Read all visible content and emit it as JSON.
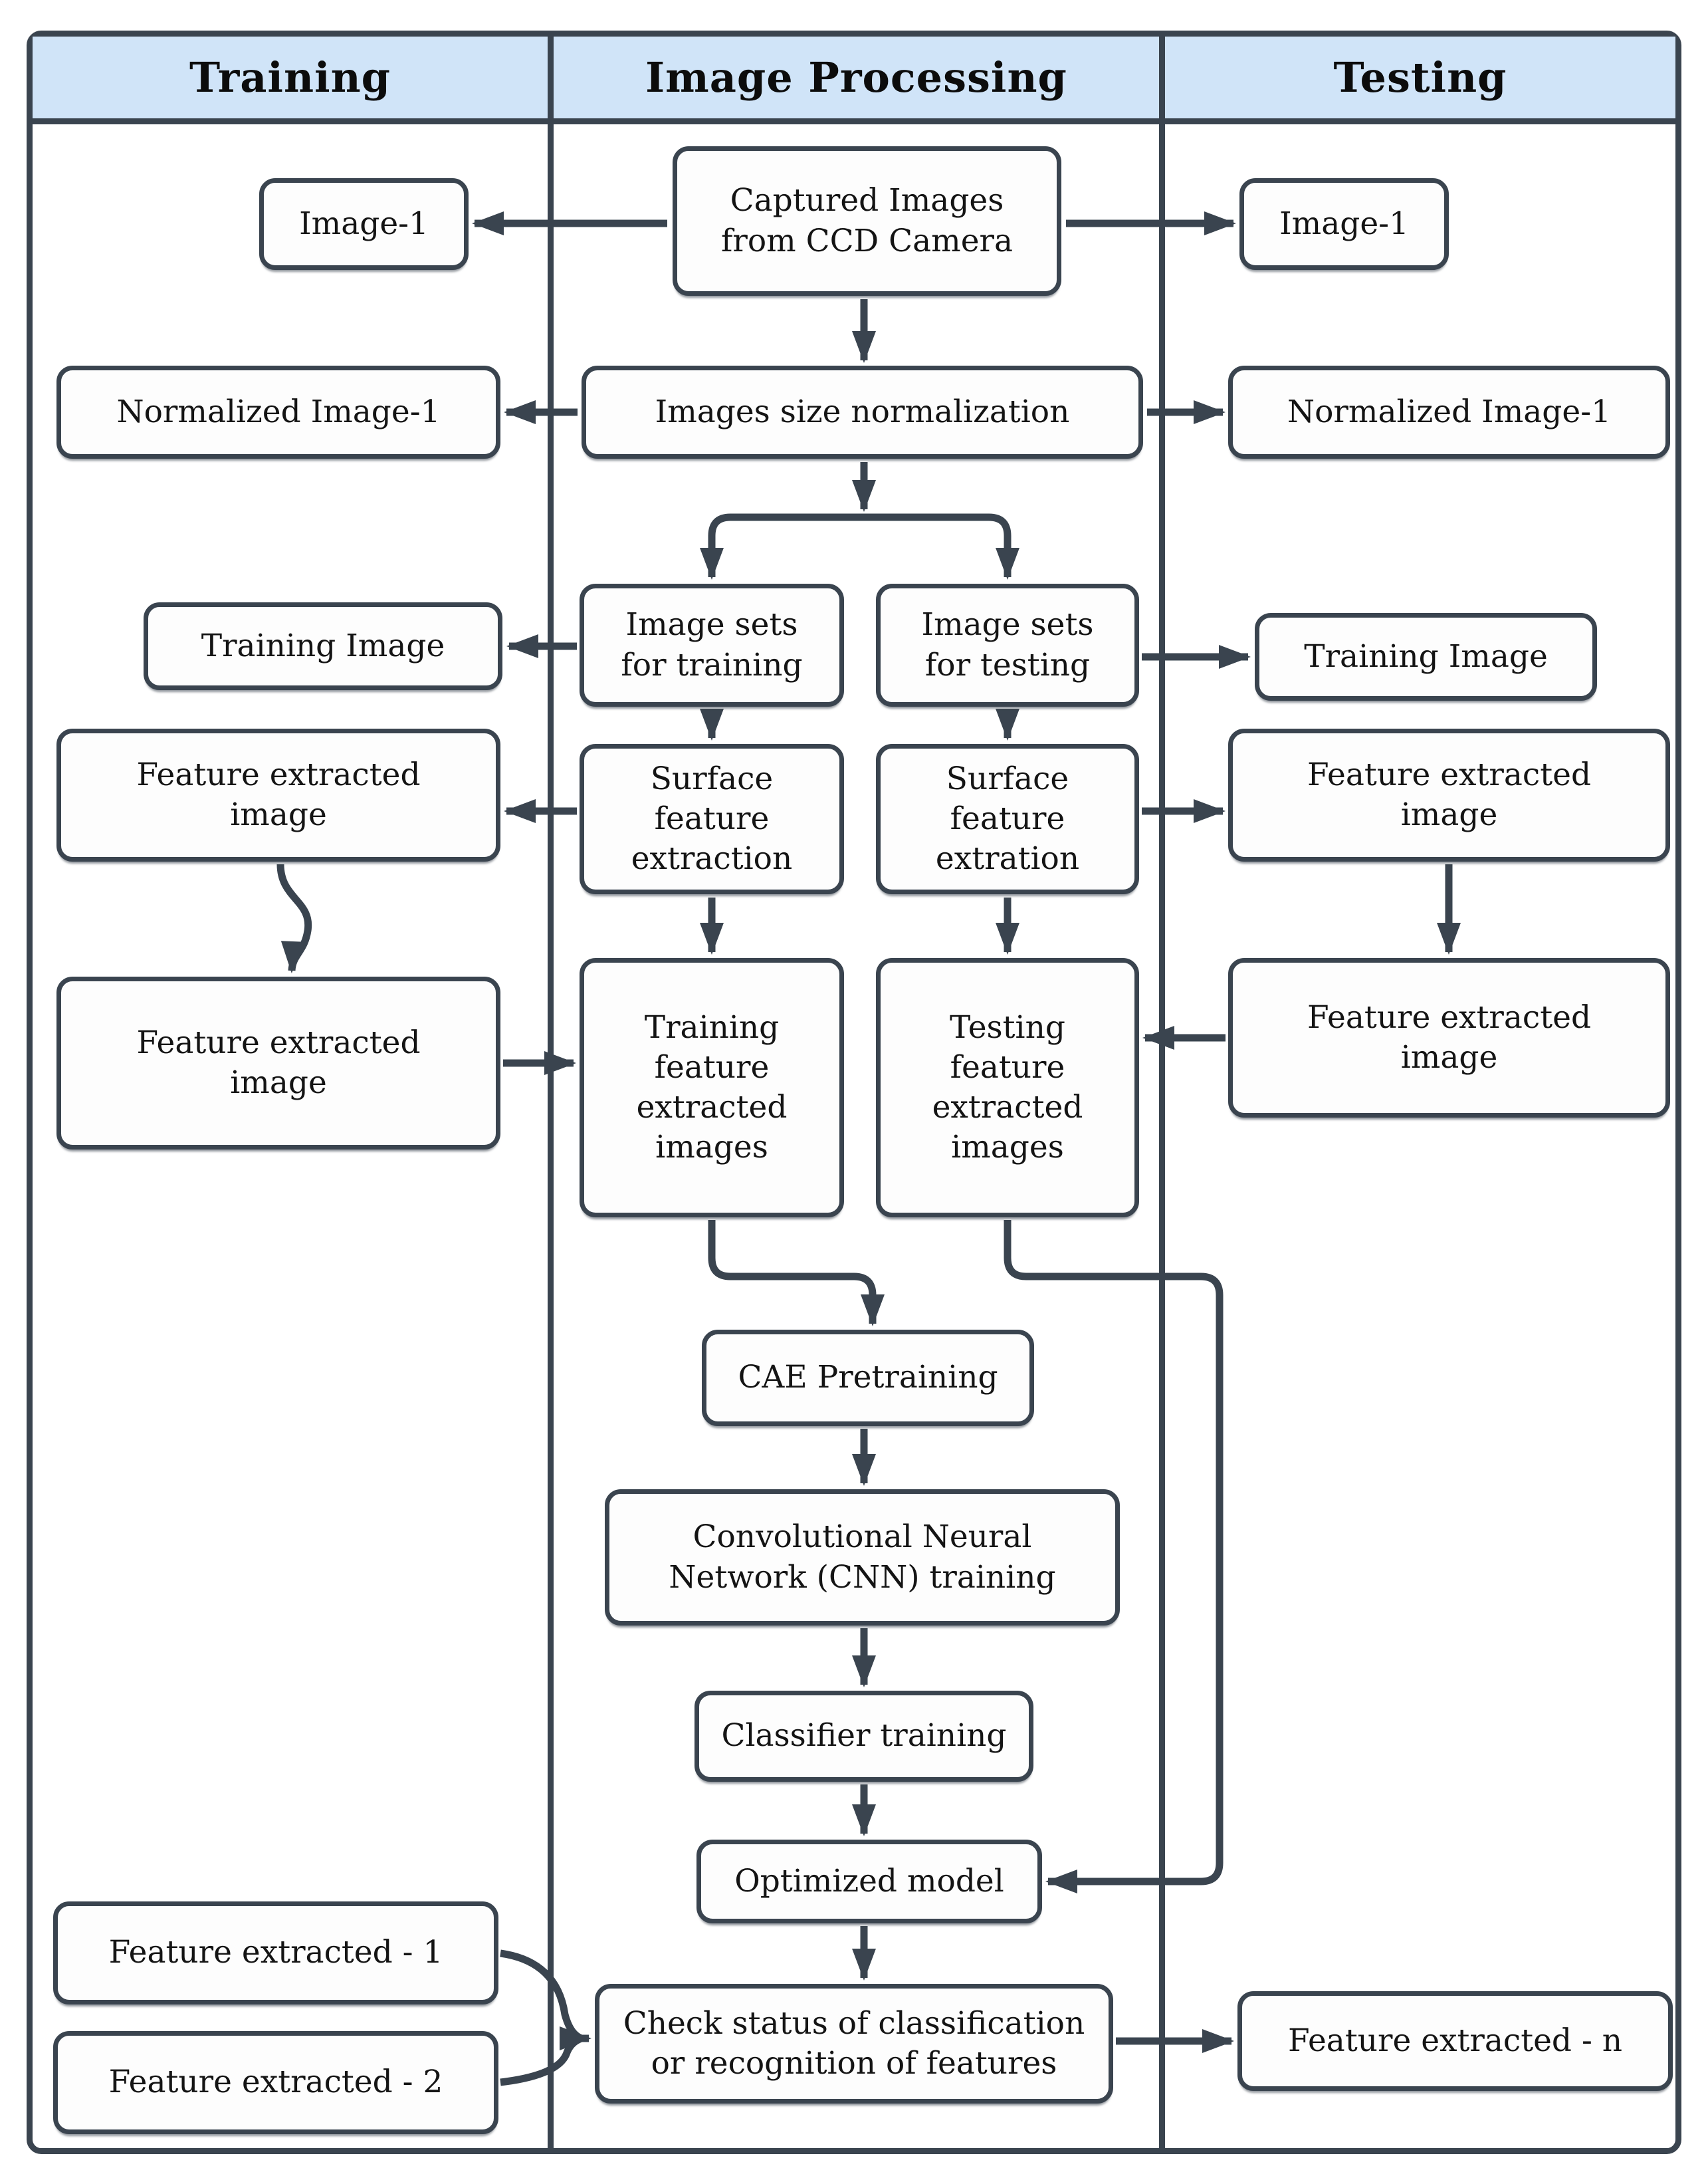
{
  "colors": {
    "line": "#3a444f",
    "header_bg": "#d0e4f8",
    "box_bg": "#fdfdfd",
    "text": "#141414"
  },
  "columns": [
    {
      "id": "training",
      "label": "Training"
    },
    {
      "id": "image_processing",
      "label": "Image Processing"
    },
    {
      "id": "testing",
      "label": "Testing"
    }
  ],
  "nodes": {
    "img1_l": {
      "label": "Image-1",
      "column": "training"
    },
    "captured": {
      "label": "Captured Images\nfrom CCD Camera",
      "column": "image_processing"
    },
    "img1_r": {
      "label": "Image-1",
      "column": "testing"
    },
    "norm_l": {
      "label": "Normalized Image-1",
      "column": "training"
    },
    "normalize": {
      "label": "Images size normalization",
      "column": "image_processing"
    },
    "norm_r": {
      "label": "Normalized Image-1",
      "column": "testing"
    },
    "trainimg_l": {
      "label": "Training Image",
      "column": "training"
    },
    "sets_train": {
      "label": "Image sets\nfor training",
      "column": "image_processing"
    },
    "sets_test": {
      "label": "Image sets\nfor testing",
      "column": "image_processing"
    },
    "trainimg_r": {
      "label": "Training Image",
      "column": "testing"
    },
    "featext_l1": {
      "label": "Feature extracted\nimage",
      "column": "training"
    },
    "surf_train": {
      "label": "Surface\nfeature\nextraction",
      "column": "image_processing"
    },
    "surf_test": {
      "label": "Surface\nfeature\nextration",
      "column": "image_processing"
    },
    "featext_r1": {
      "label": "Feature extracted\nimage",
      "column": "testing"
    },
    "featext_l2": {
      "label": "Feature extracted\nimage",
      "column": "training"
    },
    "feat_train": {
      "label": "Training\nfeature\nextracted\nimages",
      "column": "image_processing"
    },
    "feat_test": {
      "label": "Testing\nfeature\nextracted\nimages",
      "column": "image_processing"
    },
    "featext_r2": {
      "label": "Feature extracted\nimage",
      "column": "testing"
    },
    "cae": {
      "label": "CAE Pretraining",
      "column": "image_processing"
    },
    "cnn": {
      "label": "Convolutional Neural\nNetwork (CNN) training",
      "column": "image_processing"
    },
    "classifier": {
      "label": "Classifier training",
      "column": "image_processing"
    },
    "optimized": {
      "label": "Optimized model",
      "column": "image_processing"
    },
    "check": {
      "label": "Check status of classification\nor recognition of features",
      "column": "image_processing"
    },
    "featn1": {
      "label": "Feature extracted - 1",
      "column": "training"
    },
    "featn2": {
      "label": "Feature extracted - 2",
      "column": "training"
    },
    "featn_r": {
      "label": "Feature extracted - n",
      "column": "testing"
    }
  },
  "edges": [
    {
      "from": "captured",
      "to": "img1_l"
    },
    {
      "from": "captured",
      "to": "img1_r"
    },
    {
      "from": "captured",
      "to": "normalize"
    },
    {
      "from": "normalize",
      "to": "norm_l"
    },
    {
      "from": "normalize",
      "to": "norm_r"
    },
    {
      "from": "normalize",
      "to": "sets_train"
    },
    {
      "from": "normalize",
      "to": "sets_test"
    },
    {
      "from": "sets_train",
      "to": "trainimg_l"
    },
    {
      "from": "sets_test",
      "to": "trainimg_r"
    },
    {
      "from": "sets_train",
      "to": "surf_train"
    },
    {
      "from": "sets_test",
      "to": "surf_test"
    },
    {
      "from": "surf_train",
      "to": "featext_l1"
    },
    {
      "from": "surf_test",
      "to": "featext_r1"
    },
    {
      "from": "surf_train",
      "to": "feat_train"
    },
    {
      "from": "surf_test",
      "to": "feat_test"
    },
    {
      "from": "featext_l1",
      "to": "featext_l2"
    },
    {
      "from": "featext_l2",
      "to": "feat_train"
    },
    {
      "from": "featext_r1",
      "to": "featext_r2"
    },
    {
      "from": "featext_r2",
      "to": "feat_test"
    },
    {
      "from": "feat_train",
      "to": "cae"
    },
    {
      "from": "feat_test",
      "to": "optimized"
    },
    {
      "from": "cae",
      "to": "cnn"
    },
    {
      "from": "cnn",
      "to": "classifier"
    },
    {
      "from": "classifier",
      "to": "optimized"
    },
    {
      "from": "optimized",
      "to": "check"
    },
    {
      "from": "featn1",
      "to": "check"
    },
    {
      "from": "featn2",
      "to": "check"
    },
    {
      "from": "check",
      "to": "featn_r"
    }
  ]
}
